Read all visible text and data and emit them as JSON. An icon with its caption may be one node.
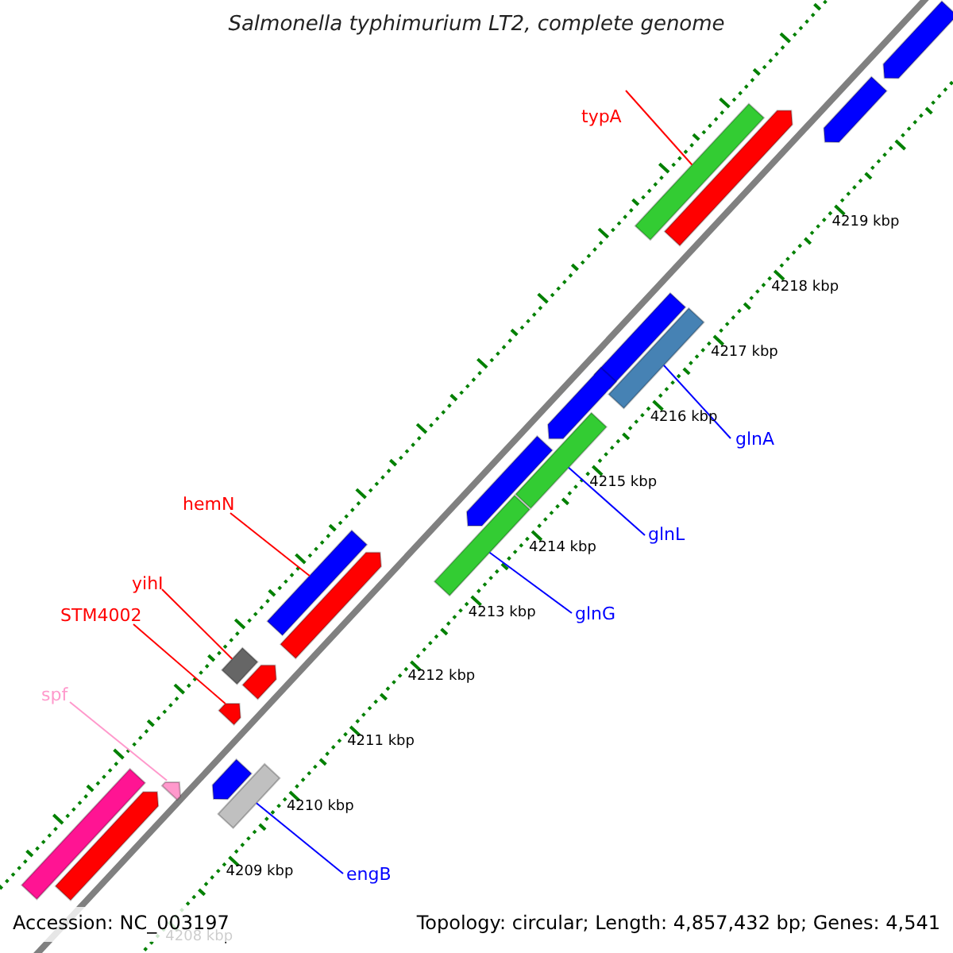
{
  "diagram": {
    "title": "Salmonella typhimurium LT2, complete genome",
    "nodes": [
      {
        "text": [
          "typA"
        ]
      },
      {
        "text": [],
        "shape": "bar"
      },
      {
        "text": [
          "hemN"
        ]
      },
      {
        "text": [],
        "shape": "bar"
      },
      {
        "text": [
          "yihI"
        ]
      },
      {
        "text": [],
        "shape": "bar"
      },
      {
        "text": [
          "STM4002"
        ]
      },
      {
        "text": [],
        "shape": "bar"
      },
      {
        "text": [
          "spf"
        ]
      },
      {
        "text": [],
        "shape": "bar"
      },
      {
        "text": [
          "glnA"
        ]
      },
      {
        "text": [],
        "shape": "bar"
      },
      {
        "text": [
          "glnL"
        ]
      },
      {
        "text": [],
        "shape": "bar"
      },
      {
        "text": [
          "glnG"
        ]
      },
      {
        "text": [],
        "shape": "bar"
      },
      {
        "text": [
          "engB"
        ]
      },
      {
        "text": [],
        "shape": "bar"
      },
      {
        "text": [],
        "shape": "bar"
      },
      {
        "text": [],
        "shape": "bar"
      },
      {
        "text": [],
        "shape": "bar"
      },
      {
        "text": [],
        "shape": "bar"
      },
      {
        "text": [],
        "shape": "bar"
      },
      {
        "text": [],
        "shape": "bar"
      },
      {
        "text": [],
        "shape": "bar"
      },
      {
        "text": [],
        "shape": "bar"
      },
      {
        "text": [],
        "shape": "bar"
      },
      {
        "text": [],
        "shape": "bar"
      },
      {
        "text": [],
        "shape": "bar"
      }
    ],
    "edges": [
      {
        "from": 0,
        "to": 1,
        "arrow": "none",
        "color": "#ff0000"
      },
      {
        "from": 2,
        "to": 3,
        "arrow": "none",
        "color": "#ff0000"
      },
      {
        "from": 4,
        "to": 5,
        "arrow": "none",
        "color": "#ff0000"
      },
      {
        "from": 6,
        "to": 7,
        "arrow": "none",
        "color": "#ff0000"
      },
      {
        "from": 8,
        "to": 9,
        "arrow": "none",
        "color": "#ff99cc"
      },
      {
        "from": 10,
        "to": 11,
        "arrow": "none",
        "color": "#0000ff"
      },
      {
        "from": 12,
        "to": 13,
        "arrow": "none",
        "color": "#0000ff"
      },
      {
        "from": 14,
        "to": 15,
        "arrow": "none",
        "color": "#0000ff"
      },
      {
        "from": 16,
        "to": 17,
        "arrow": "none",
        "color": "#0000ff"
      }
    ],
    "labels": [
      "4219 kbp",
      "4218 kbp",
      "4217 kbp",
      "4216 kbp",
      "4215 kbp",
      "4214 kbp",
      "4213 kbp",
      "4212 kbp",
      "4211 kbp",
      "4210 kbp",
      "4209 kbp",
      "4208 kbp",
      "Accession: NC_003197",
      "Topology: circular; Length: 4,857,432 bp; Genes: 4,541"
    ]
  }
}
